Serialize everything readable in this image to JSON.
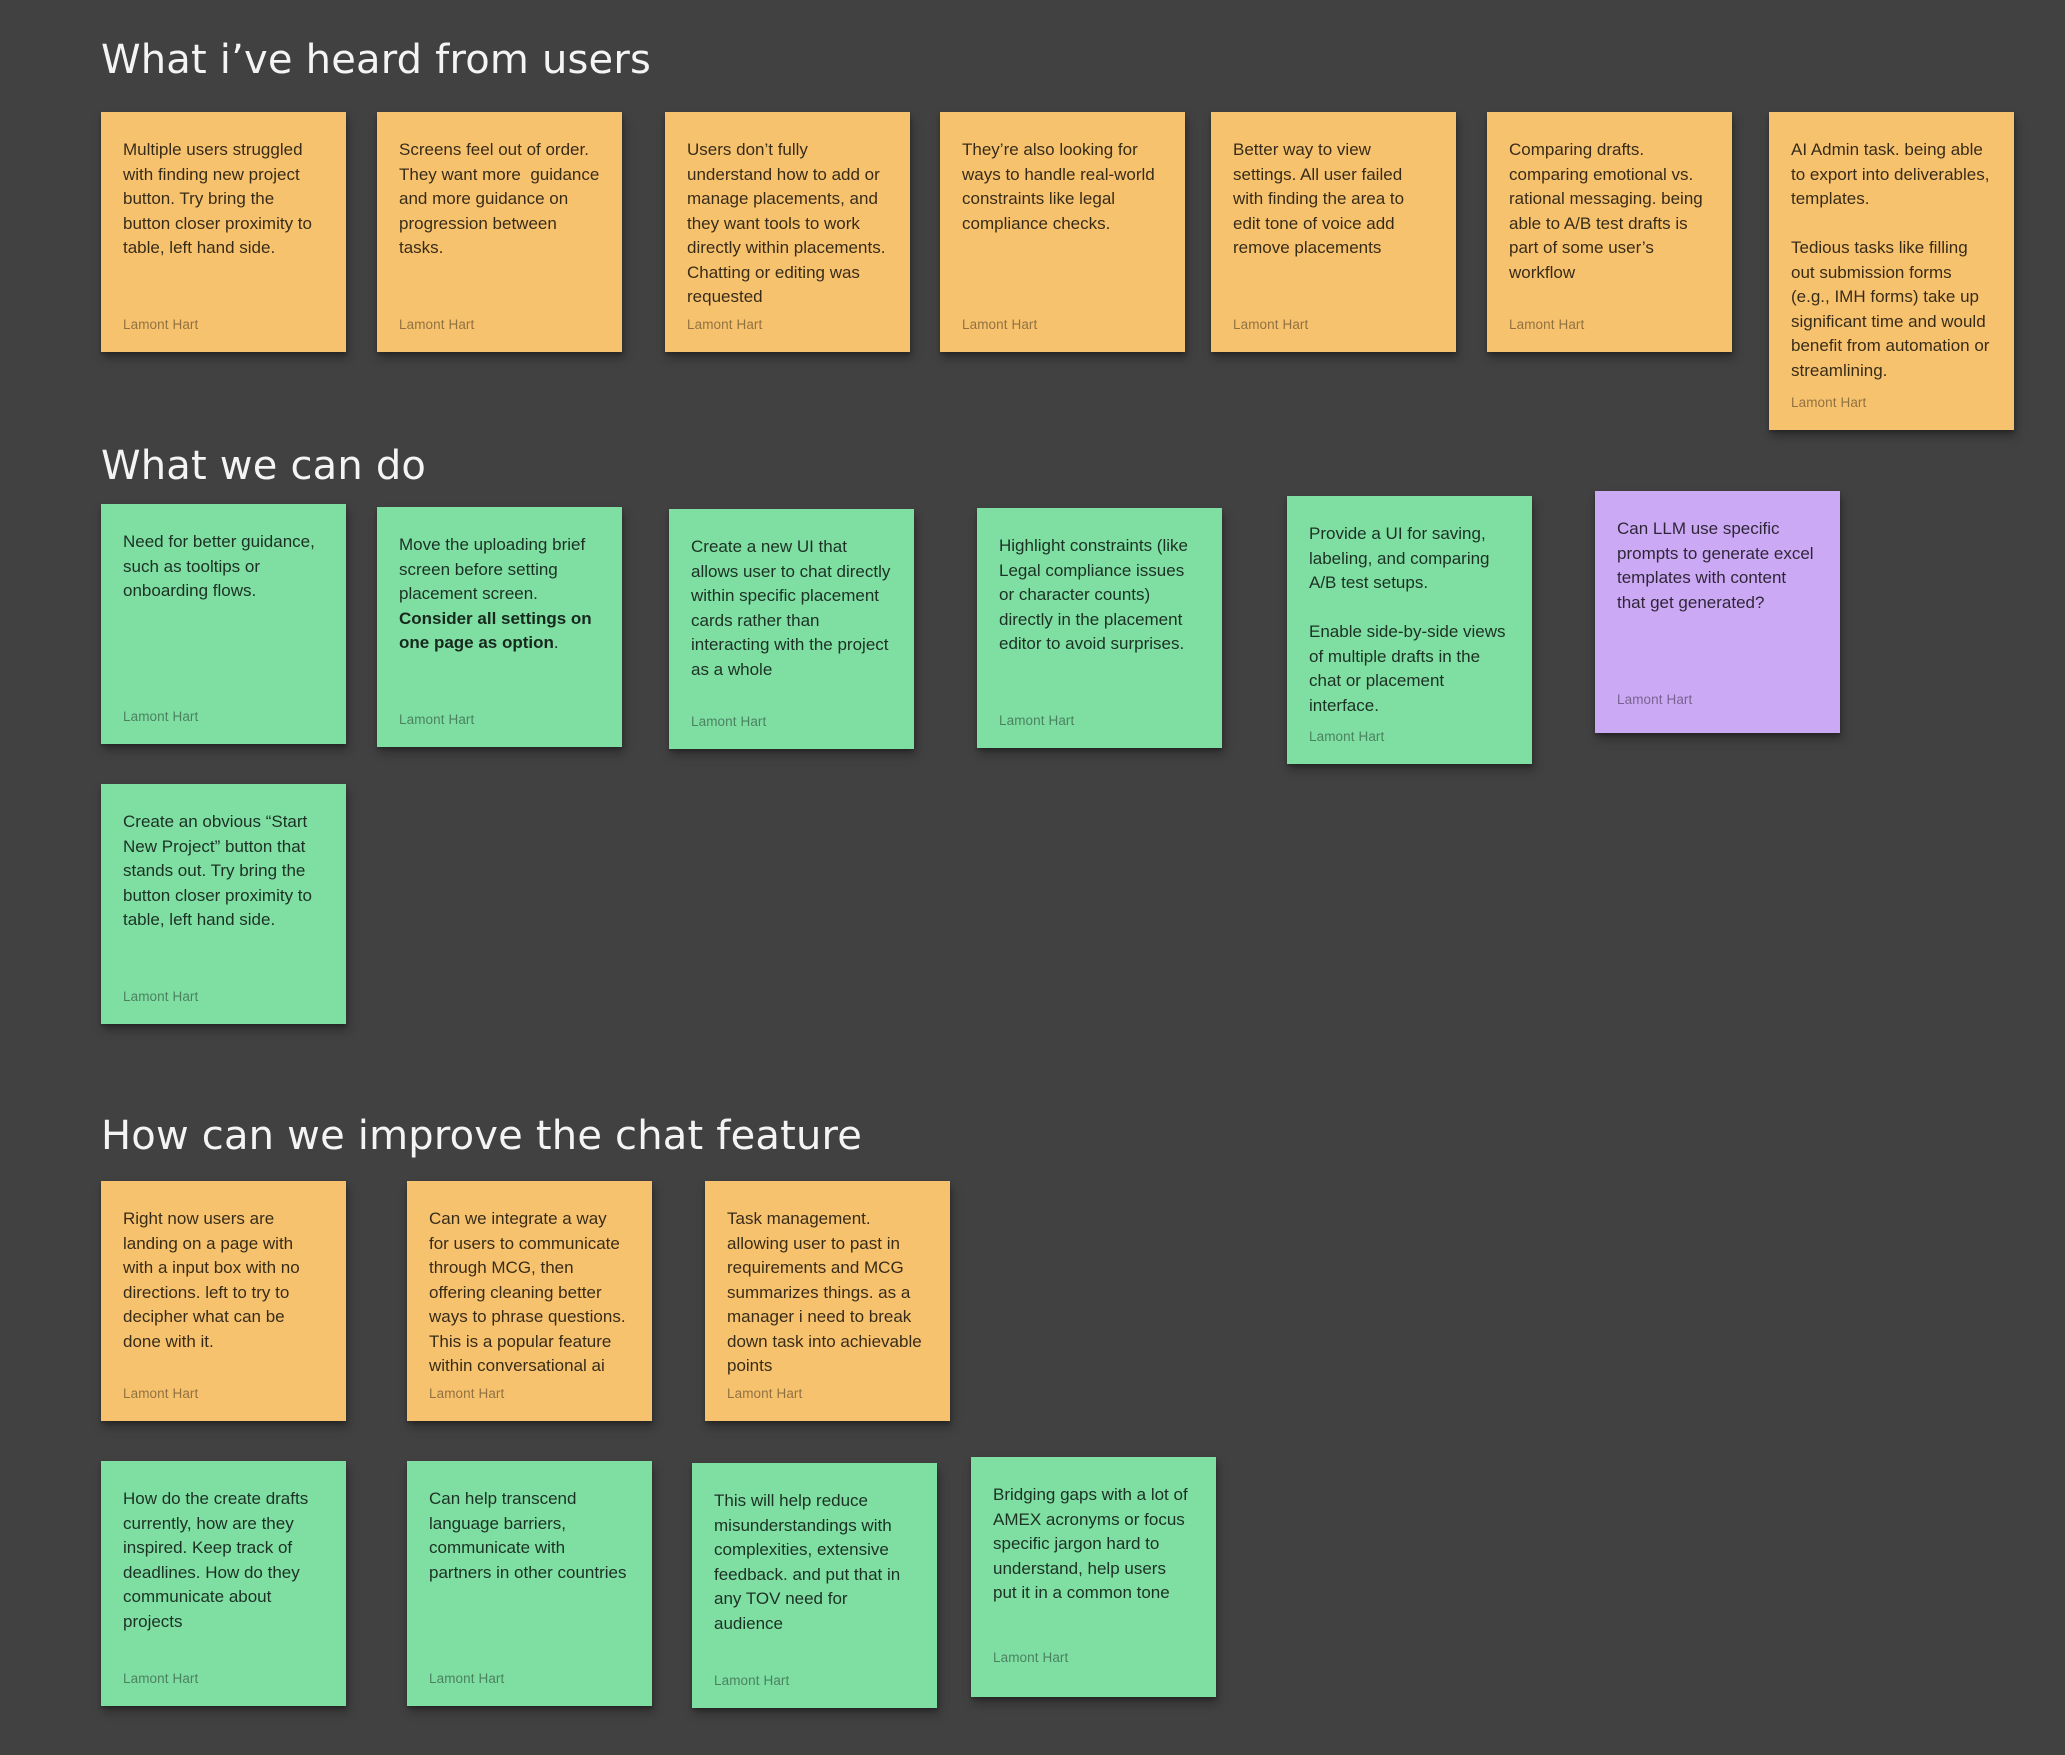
{
  "palette": {
    "background": "#414141",
    "sticky_orange": "#f7c26e",
    "sticky_green": "#7fdea2",
    "sticky_purple": "#cca9f5",
    "heading_text": "#f4f4f4"
  },
  "board": {
    "sections": [
      {
        "title": "What i’ve heard from users",
        "notes": [
          {
            "text": "Multiple users struggled with finding new project button. Try bring the button closer proximity to table, left hand side.",
            "author": "Lamont Hart",
            "color": "orange"
          },
          {
            "text": "Screens feel out of order. They want more  guidance and more guidance on progression between tasks.",
            "author": "Lamont Hart",
            "color": "orange"
          },
          {
            "text": "Users don’t fully understand how to add or manage placements, and they want tools to work directly within placements. Chatting or editing was requested",
            "author": "Lamont Hart",
            "color": "orange"
          },
          {
            "text": "They’re also looking for ways to handle real-world constraints like legal compliance checks.",
            "author": "Lamont Hart",
            "color": "orange"
          },
          {
            "text": "Better way to view settings. All user failed with finding the area to edit tone of voice add remove placements",
            "author": "Lamont Hart",
            "color": "orange"
          },
          {
            "text": "Comparing drafts. comparing emotional vs. rational messaging. being able to A/B test drafts is part of some user’s workflow",
            "author": "Lamont Hart",
            "color": "orange"
          },
          {
            "text": "AI Admin task. being able to export into deliverables, templates.\n\nTedious tasks like filling out submission forms (e.g., IMH forms) take up significant time and would benefit from automation or streamlining.",
            "author": "Lamont Hart",
            "color": "orange"
          }
        ]
      },
      {
        "title": "What we can do",
        "notes": [
          {
            "text": "Need for better guidance, such as tooltips or onboarding flows.",
            "author": "Lamont Hart",
            "color": "green"
          },
          {
            "text_lead": "Move the uploading brief screen before setting placement screen. ",
            "text_bold": "Consider all settings on one page as option",
            "text_tail": ".",
            "author": "Lamont Hart",
            "color": "green"
          },
          {
            "text": "Create a new UI that allows user to chat directly within specific placement cards rather than interacting with the project as a whole",
            "author": "Lamont Hart",
            "color": "green"
          },
          {
            "text": "Highlight constraints (like Legal compliance issues or character counts) directly in the placement editor to avoid surprises.",
            "author": "Lamont Hart",
            "color": "green"
          },
          {
            "text": "Provide a UI for saving, labeling, and comparing A/B test setups.\n\nEnable side-by-side views of multiple drafts in the chat or placement interface.",
            "author": "Lamont Hart",
            "color": "green"
          },
          {
            "text": "Can LLM use specific prompts to generate excel templates with content that get generated?",
            "author": "Lamont Hart",
            "color": "purple"
          },
          {
            "text": "Create an obvious “Start New Project” button that stands out. Try bring the button closer proximity to table, left hand side.",
            "author": "Lamont Hart",
            "color": "green"
          }
        ]
      },
      {
        "title": "How can we improve the chat feature",
        "notes": [
          {
            "text": "Right now users are landing on a page with with a input box with no directions. left to try to decipher what can be done with it.",
            "author": "Lamont Hart",
            "color": "orange"
          },
          {
            "text": "Can we integrate a way for users to communicate through MCG, then offering cleaning better ways to phrase questions. This is a popular feature within conversational ai",
            "author": "Lamont Hart",
            "color": "orange"
          },
          {
            "text": "Task management. allowing user to past in requirements and MCG summarizes things. as a manager i need to break down task into achievable points",
            "author": "Lamont Hart",
            "color": "orange"
          },
          {
            "text": "How do the create drafts currently, how are they inspired. Keep track of deadlines. How do they communicate about projects",
            "author": "Lamont Hart",
            "color": "green"
          },
          {
            "text": "Can help transcend language barriers, communicate with partners in other countries",
            "author": "Lamont Hart",
            "color": "green"
          },
          {
            "text": "This will help reduce misunderstandings with complexities, extensive feedback. and put that in any TOV need for audience",
            "author": "Lamont Hart",
            "color": "green"
          },
          {
            "text": "Bridging gaps with a lot of AMEX acronyms or focus specific jargon hard to understand, help users put it in a common tone",
            "author": "Lamont Hart",
            "color": "green"
          }
        ]
      }
    ]
  }
}
